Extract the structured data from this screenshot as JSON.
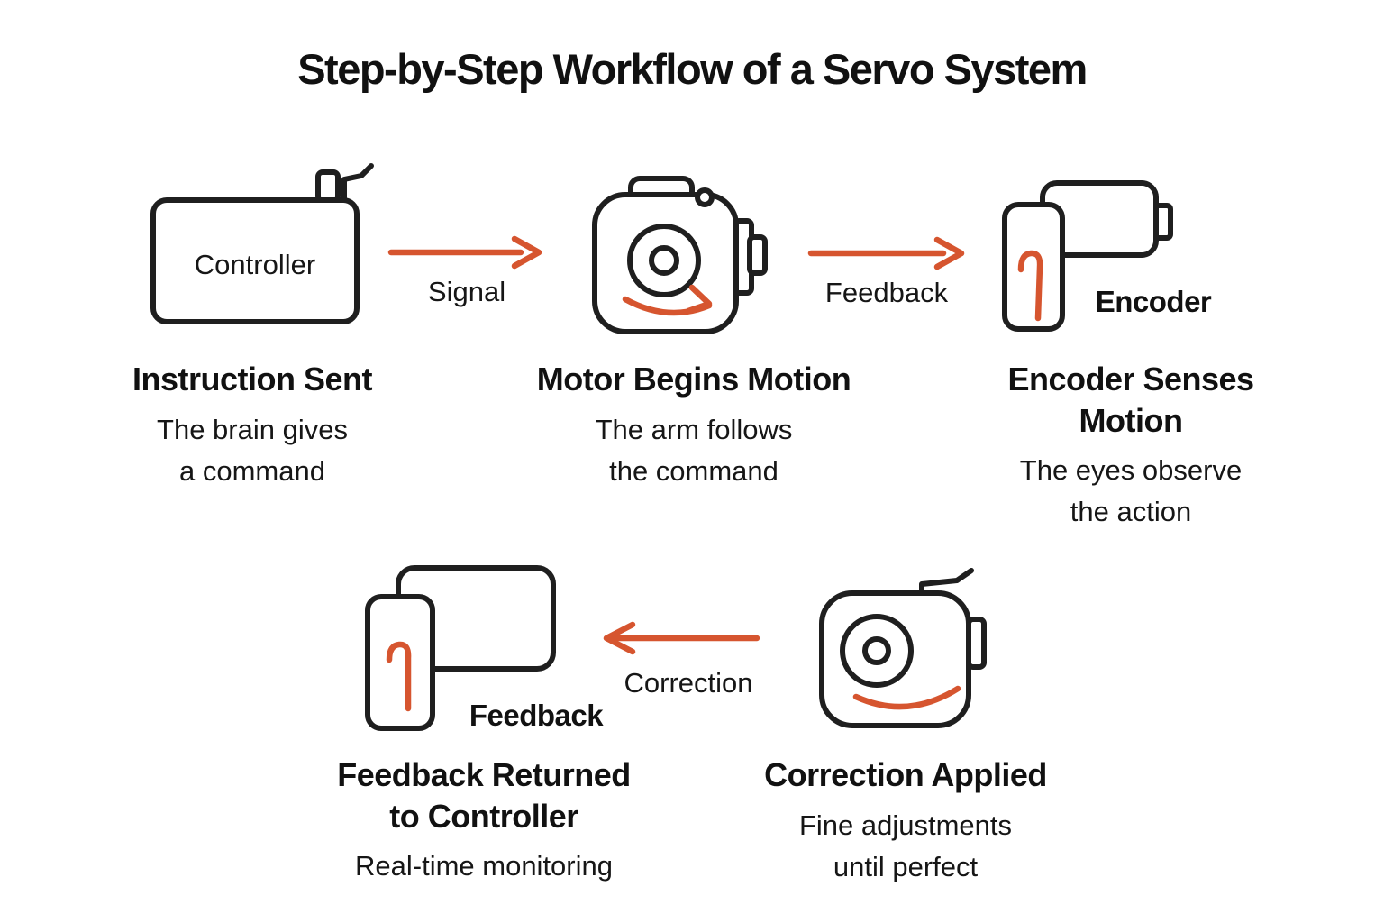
{
  "title": "Step-by-Step Workflow of a Servo System",
  "colors": {
    "accent": "#D6552F",
    "ink": "#1F1F1F"
  },
  "diagram": {
    "icon_labels": {
      "controller": "Controller",
      "encoder": "Encoder",
      "feedback": "Feedback"
    },
    "flow_labels": {
      "signal": "Signal",
      "feedback": "Feedback",
      "correction": "Correction"
    },
    "icons": [
      "controller-box-icon",
      "motor-icon",
      "encoder-icon",
      "feedback-device-icon",
      "motor-correction-icon"
    ]
  },
  "steps": [
    {
      "heading": "Instruction Sent",
      "description": "The brain gives\na command"
    },
    {
      "heading": "Motor Begins Motion",
      "description": "The arm follows\nthe command"
    },
    {
      "heading": "Encoder Senses\nMotion",
      "description": "The eyes observe\nthe action"
    },
    {
      "heading": "Feedback Returned\nto Controller",
      "description": "Real-time monitoring"
    },
    {
      "heading": "Correction Applied",
      "description": "Fine adjustments\nuntil perfect"
    }
  ]
}
